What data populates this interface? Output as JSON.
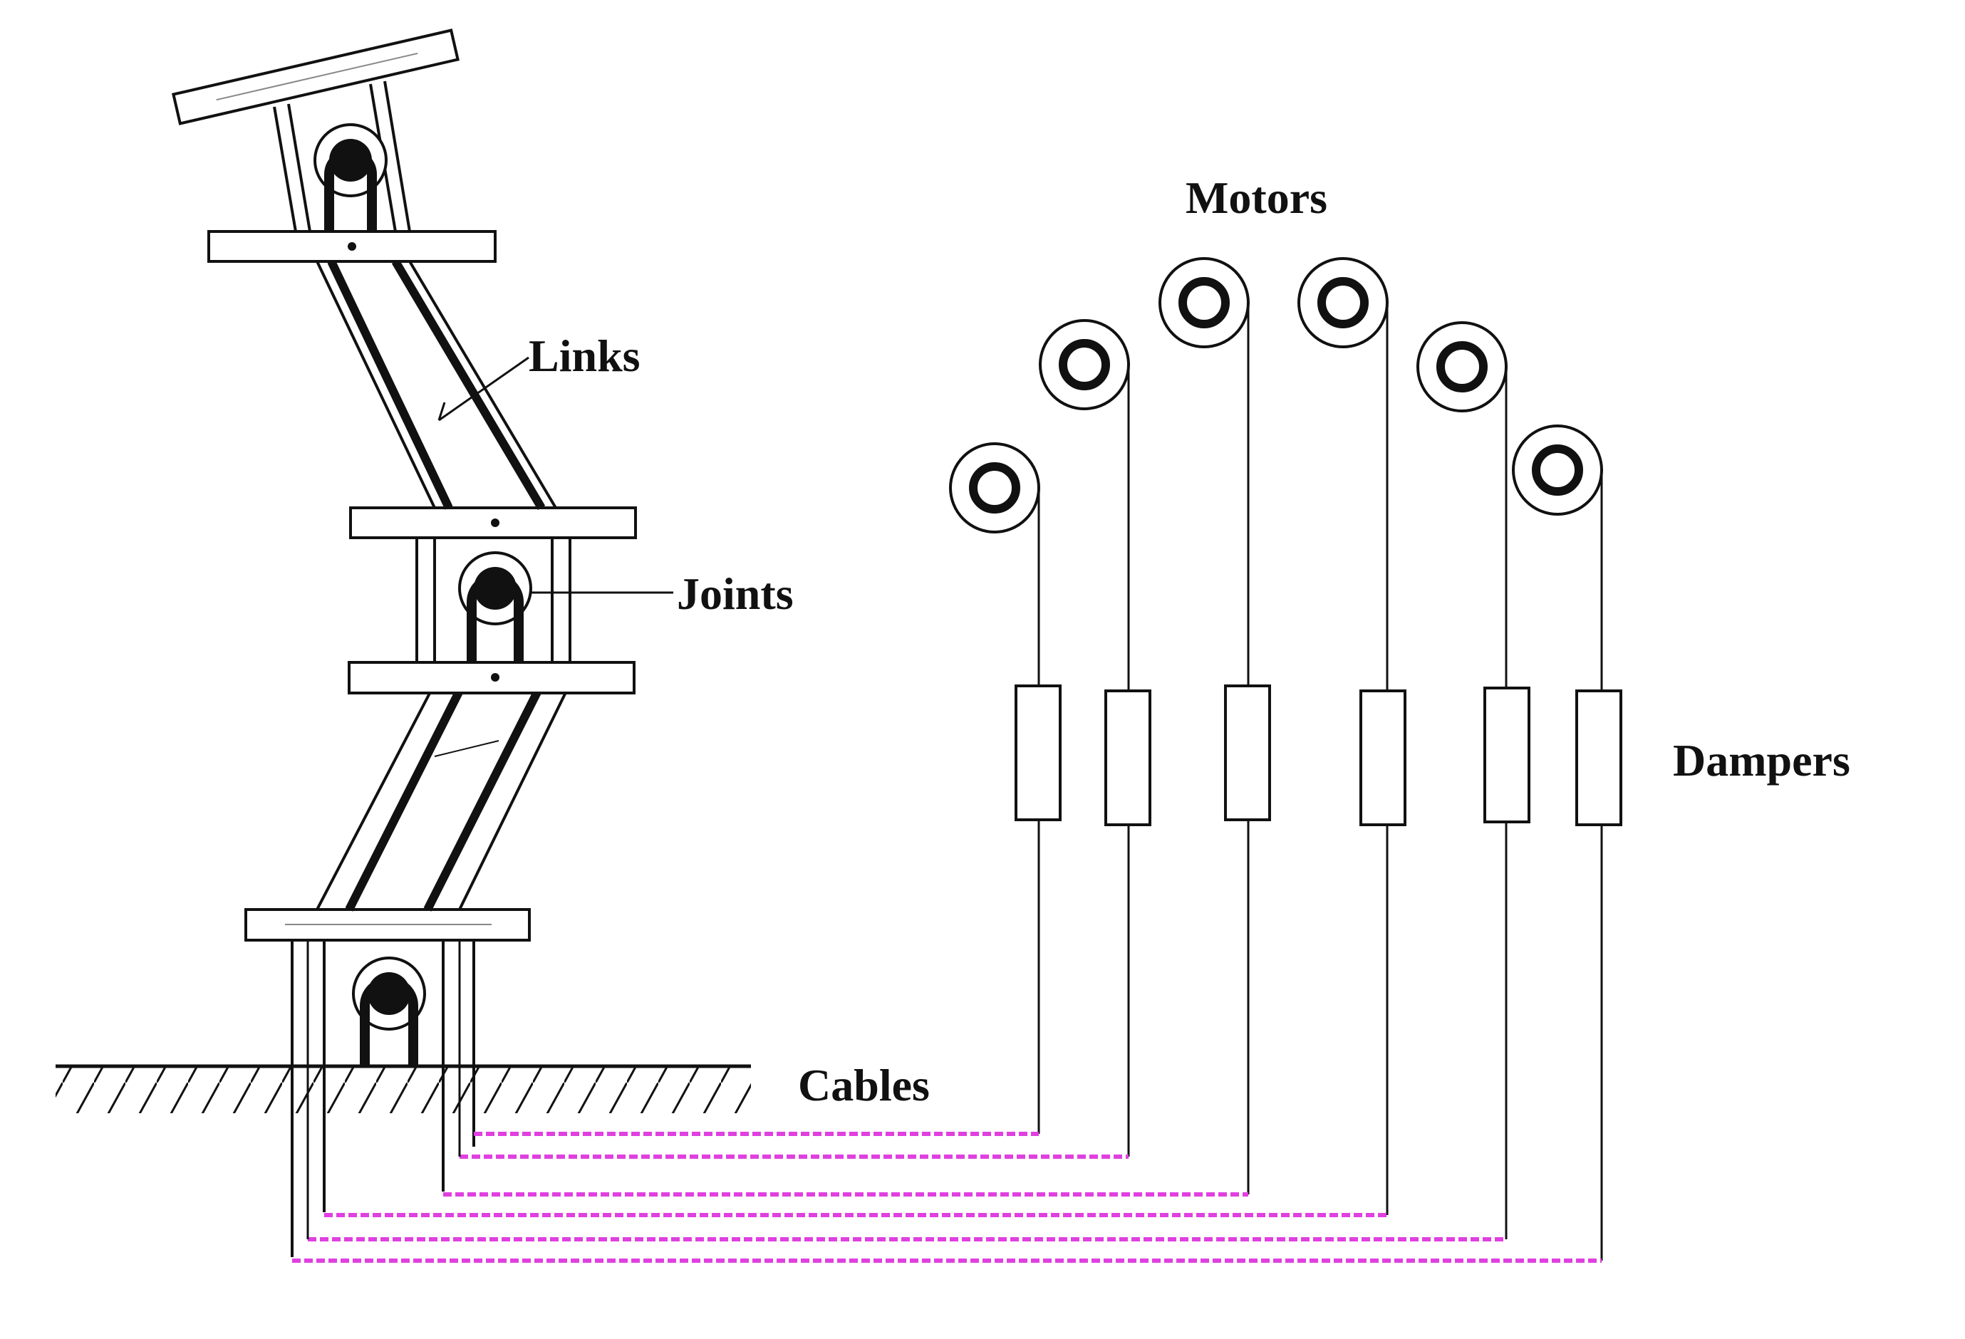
{
  "labels": {
    "motors": "Motors",
    "links": "Links",
    "joints": "Joints",
    "dampers": "Dampers",
    "cables": "Cables"
  },
  "colors": {
    "line": "#111111",
    "cable": "#e040e0",
    "background": "#ffffff"
  },
  "counts": {
    "motors": 6,
    "dampers": 6,
    "cables": 6,
    "joints": 3
  }
}
